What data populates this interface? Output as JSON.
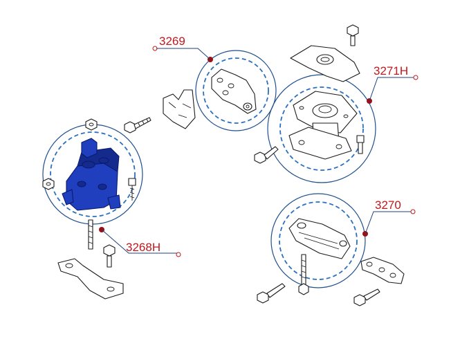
{
  "diagram": {
    "accent_color": "#c0181c",
    "ring_color": "#1e4f8c",
    "highlight_color": "#1f3fbf",
    "callouts": [
      {
        "id": "c3269",
        "label": "3269"
      },
      {
        "id": "c3271h",
        "label": "3271H"
      },
      {
        "id": "c3270",
        "label": "3270"
      },
      {
        "id": "c3268h",
        "label": "3268H"
      }
    ]
  }
}
